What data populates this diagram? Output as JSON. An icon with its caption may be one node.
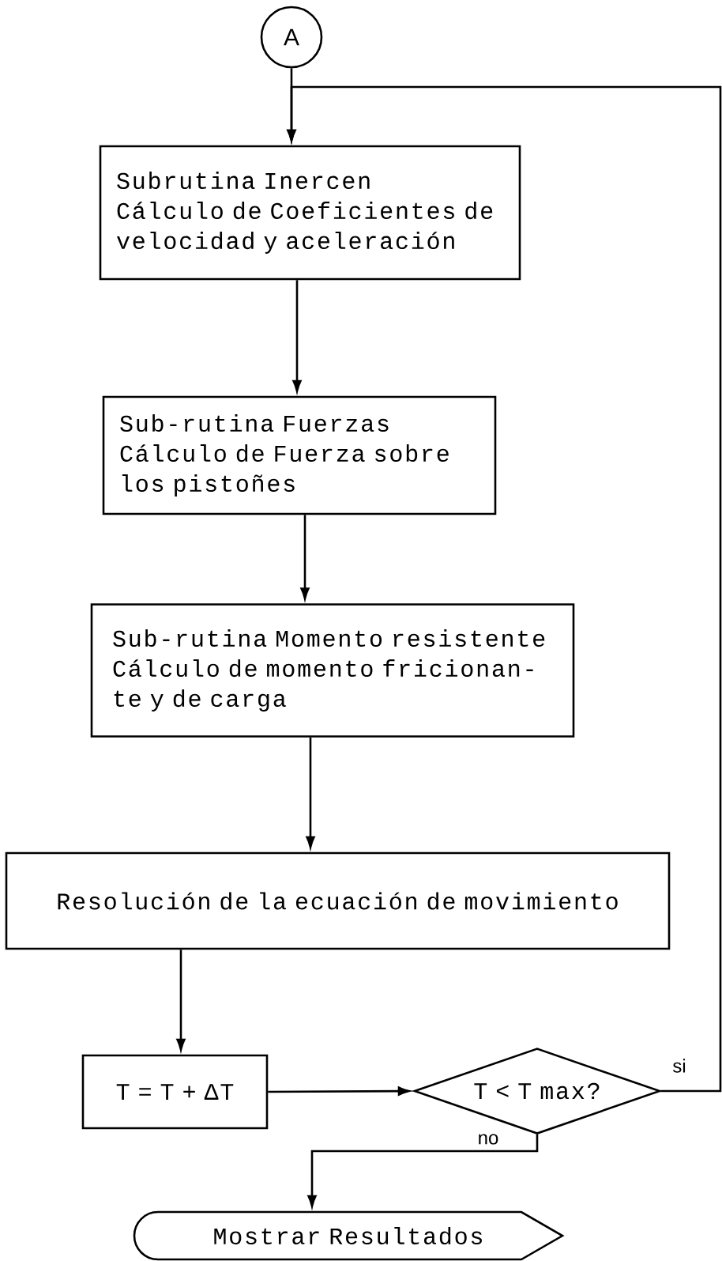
{
  "diagram": {
    "nodes": [
      {
        "text": [
          "A"
        ]
      },
      {
        "text": [
          "Subrutina Inercen",
          "Cálculo de Coeficientes de velocidad y aceleración"
        ]
      },
      {
        "text": [
          "Sub-rutina Fuerzas",
          "Cálculo de Fuerza sobre los pistoñes"
        ]
      },
      {
        "text": [
          "Sub-rutina Momento resistente",
          "Cálculo de momento fricionan-te y de carga"
        ]
      },
      {
        "text": [
          "Resolución de la ecuación de movimiento"
        ]
      },
      {
        "text": [
          "T = T + ΔT"
        ]
      },
      {
        "text": [
          "T < T max?"
        ]
      },
      {
        "text": [
          "Mostrar Resultados"
        ]
      }
    ],
    "edges": [
      {
        "from": 0,
        "to": 1,
        "arrow": "to"
      },
      {
        "from": 1,
        "to": 2,
        "arrow": "to"
      },
      {
        "from": 2,
        "to": 3,
        "arrow": "to"
      },
      {
        "from": 3,
        "to": 4,
        "arrow": "to"
      },
      {
        "from": 4,
        "to": 5,
        "arrow": "to"
      },
      {
        "from": 5,
        "to": 6,
        "arrow": "to"
      },
      {
        "from": 6,
        "to": 1,
        "arrow": "to",
        "label": "si"
      },
      {
        "from": 6,
        "to": 7,
        "arrow": "to",
        "label": "no"
      }
    ]
  }
}
